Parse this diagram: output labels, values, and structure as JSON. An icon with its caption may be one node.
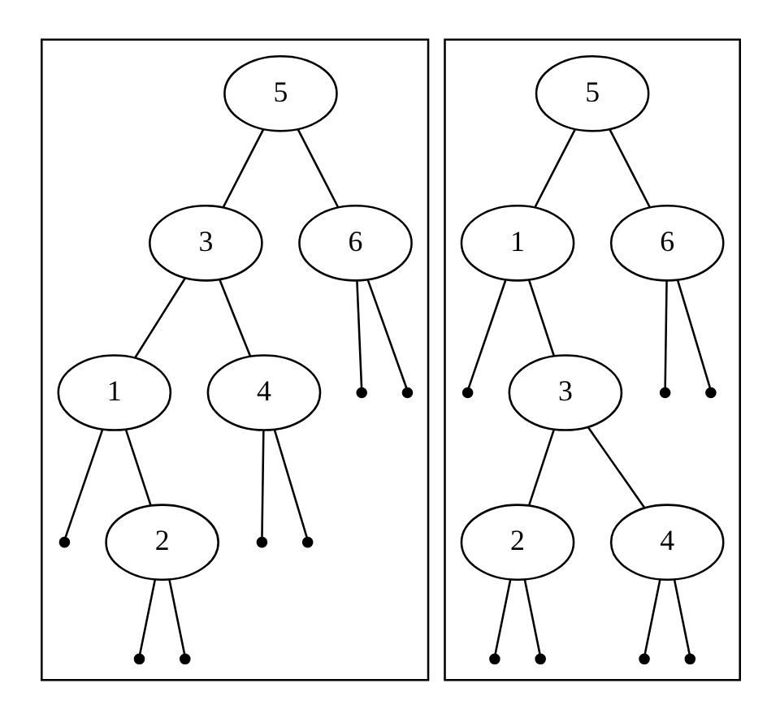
{
  "diagram": {
    "nodes": [
      {
        "text": [],
        "shape": "box"
      },
      {
        "text": [
          "5"
        ],
        "in": 0
      },
      {
        "text": [
          "3"
        ],
        "in": 0
      },
      {
        "text": [
          "6"
        ],
        "in": 0
      },
      {
        "text": [
          "1"
        ],
        "in": 0
      },
      {
        "text": [
          "4"
        ],
        "in": 0
      },
      {
        "text": [],
        "shape": "dot",
        "in": 0
      },
      {
        "text": [],
        "shape": "dot",
        "in": 0
      },
      {
        "text": [],
        "shape": "dot",
        "in": 0
      },
      {
        "text": [
          "2"
        ],
        "in": 0
      },
      {
        "text": [],
        "shape": "dot",
        "in": 0
      },
      {
        "text": [],
        "shape": "dot",
        "in": 0
      },
      {
        "text": [],
        "shape": "dot",
        "in": 0
      },
      {
        "text": [],
        "shape": "dot",
        "in": 0
      },
      {
        "text": [],
        "shape": "box"
      },
      {
        "text": [
          "5"
        ],
        "in": 14
      },
      {
        "text": [
          "1"
        ],
        "in": 14
      },
      {
        "text": [
          "6"
        ],
        "in": 14
      },
      {
        "text": [],
        "shape": "dot",
        "in": 14
      },
      {
        "text": [
          "3"
        ],
        "in": 14
      },
      {
        "text": [],
        "shape": "dot",
        "in": 14
      },
      {
        "text": [],
        "shape": "dot",
        "in": 14
      },
      {
        "text": [
          "2"
        ],
        "in": 14
      },
      {
        "text": [
          "4"
        ],
        "in": 14
      },
      {
        "text": [],
        "shape": "dot",
        "in": 14
      },
      {
        "text": [],
        "shape": "dot",
        "in": 14
      },
      {
        "text": [],
        "shape": "dot",
        "in": 14
      },
      {
        "text": [],
        "shape": "dot",
        "in": 14
      }
    ],
    "edges": [
      {
        "from": 1,
        "to": 2,
        "arrow": "none"
      },
      {
        "from": 1,
        "to": 3,
        "arrow": "none"
      },
      {
        "from": 2,
        "to": 4,
        "arrow": "none"
      },
      {
        "from": 2,
        "to": 5,
        "arrow": "none"
      },
      {
        "from": 3,
        "to": 6,
        "arrow": "none"
      },
      {
        "from": 3,
        "to": 7,
        "arrow": "none"
      },
      {
        "from": 4,
        "to": 8,
        "arrow": "none"
      },
      {
        "from": 4,
        "to": 9,
        "arrow": "none"
      },
      {
        "from": 5,
        "to": 10,
        "arrow": "none"
      },
      {
        "from": 5,
        "to": 11,
        "arrow": "none"
      },
      {
        "from": 9,
        "to": 12,
        "arrow": "none"
      },
      {
        "from": 9,
        "to": 13,
        "arrow": "none"
      },
      {
        "from": 15,
        "to": 16,
        "arrow": "none"
      },
      {
        "from": 15,
        "to": 17,
        "arrow": "none"
      },
      {
        "from": 16,
        "to": 18,
        "arrow": "none"
      },
      {
        "from": 16,
        "to": 19,
        "arrow": "none"
      },
      {
        "from": 17,
        "to": 20,
        "arrow": "none"
      },
      {
        "from": 17,
        "to": 21,
        "arrow": "none"
      },
      {
        "from": 19,
        "to": 22,
        "arrow": "none"
      },
      {
        "from": 19,
        "to": 23,
        "arrow": "none"
      },
      {
        "from": 22,
        "to": 24,
        "arrow": "none"
      },
      {
        "from": 22,
        "to": 25,
        "arrow": "none"
      },
      {
        "from": 23,
        "to": 26,
        "arrow": "none"
      },
      {
        "from": 23,
        "to": 27,
        "arrow": "none"
      }
    ]
  }
}
